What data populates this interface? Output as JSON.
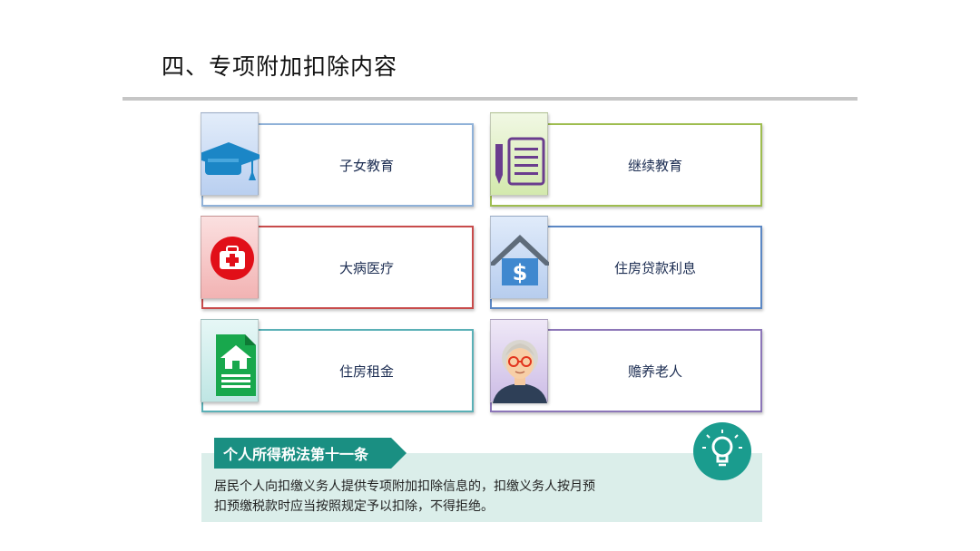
{
  "title": "四、专项附加扣除内容",
  "cards": [
    {
      "label": "子女教育",
      "icon": "graduation-cap-icon",
      "fill": "#cfe0f7",
      "border": "#8fb1d8"
    },
    {
      "label": "继续教育",
      "icon": "document-pen-icon",
      "fill": "#e3f2c9",
      "border": "#9ebd4f"
    },
    {
      "label": "大病医疗",
      "icon": "medical-kit-icon",
      "fill": "#f6c9c9",
      "border": "#c84b4b"
    },
    {
      "label": "住房贷款利息",
      "icon": "house-dollar-icon",
      "fill": "#cfe0f7",
      "border": "#5b87c4"
    },
    {
      "label": "住房租金",
      "icon": "rental-document-icon",
      "fill": "#d3f0ef",
      "border": "#5ab0b6"
    },
    {
      "label": "赡养老人",
      "icon": "elderly-person-icon",
      "fill": "#e1d6ef",
      "border": "#8c76b8"
    }
  ],
  "law": {
    "tag": "个人所得税法第十一条",
    "text_line1": "居民个人向扣缴义务人提供专项附加扣除信息的，扣缴义务人按月预",
    "text_line2": "扣预缴税款时应当按照规定予以扣除，不得拒绝。",
    "icon": "lightbulb-icon"
  }
}
